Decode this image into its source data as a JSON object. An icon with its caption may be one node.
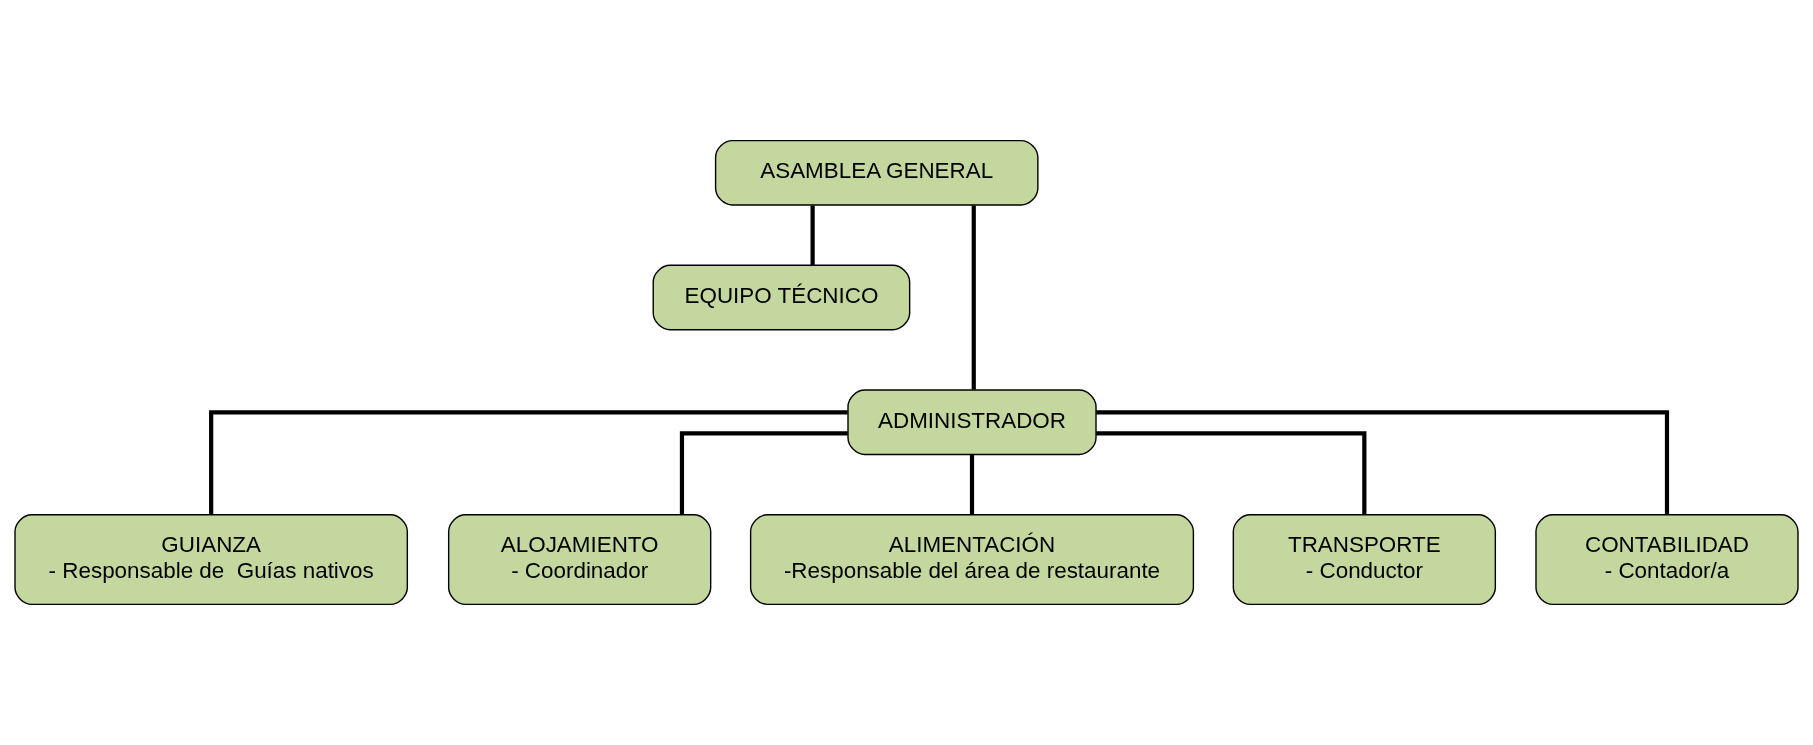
{
  "diagram": {
    "nodes": [
      {
        "text": [
          "ASAMBLEA GENERAL"
        ]
      },
      {
        "text": [
          "EQUIPO TÉCNICO"
        ]
      },
      {
        "text": [
          "ADMINISTRADOR"
        ]
      },
      {
        "text": [
          "GUIANZA",
          "- Responsable de  Guías nativos"
        ]
      },
      {
        "text": [
          "ALOJAMIENTO",
          "- Coordinador"
        ]
      },
      {
        "text": [
          "ALIMENTACIÓN",
          "-Responsable del área de restaurante"
        ]
      },
      {
        "text": [
          "TRANSPORTE",
          "- Conductor"
        ]
      },
      {
        "text": [
          "CONTABILIDAD",
          "- Contador/a"
        ]
      }
    ],
    "edges": [
      {
        "from": 0,
        "to": 1,
        "arrow": "none"
      },
      {
        "from": 0,
        "to": 2,
        "arrow": "none"
      },
      {
        "from": 2,
        "to": 3,
        "arrow": "none"
      },
      {
        "from": 2,
        "to": 4,
        "arrow": "none"
      },
      {
        "from": 2,
        "to": 5,
        "arrow": "none"
      },
      {
        "from": 2,
        "to": 6,
        "arrow": "none"
      },
      {
        "from": 2,
        "to": 7,
        "arrow": "none"
      }
    ]
  }
}
